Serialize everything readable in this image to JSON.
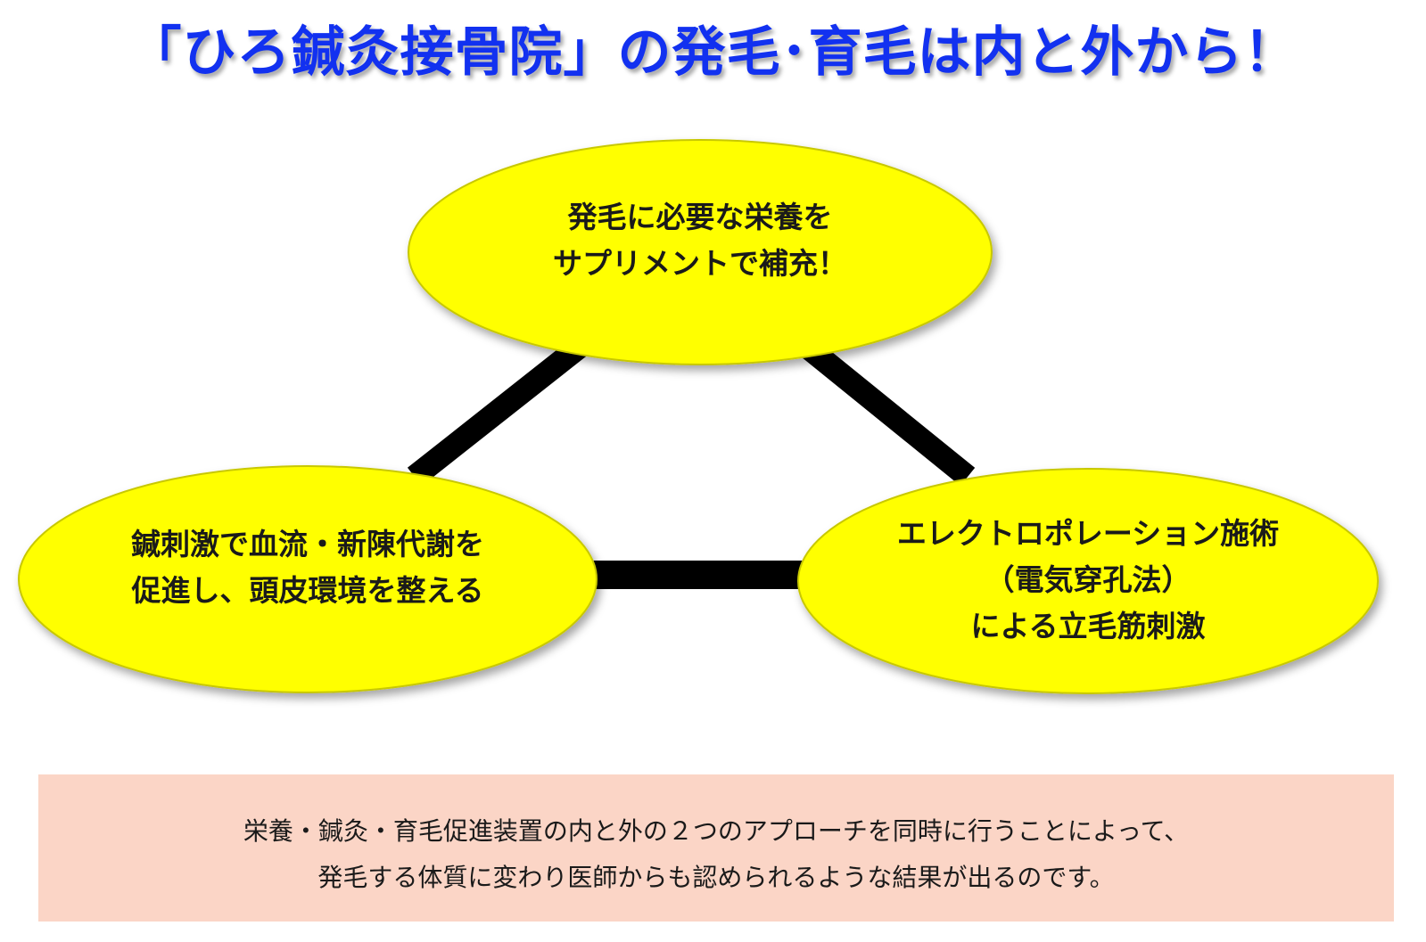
{
  "title": "「ひろ鍼灸接骨院」の発毛･育毛は内と外から！",
  "colors": {
    "title": "#1231f0",
    "ellipse_fill": "#ffff00",
    "ellipse_stroke": "#c8c800",
    "connector": "#000000",
    "footer_bg": "#fbd5c6"
  },
  "nodes": {
    "top": {
      "lines": [
        "発毛に必要な栄養を",
        "サプリメントで補充！"
      ]
    },
    "left": {
      "lines": [
        "鍼刺激で血流・新陳代謝を",
        "促進し、頭皮環境を整える"
      ]
    },
    "right": {
      "lines": [
        "エレクトロポレーション施術",
        "（電気穿孔法）",
        "による立毛筋刺激"
      ]
    }
  },
  "footer": {
    "lines": [
      "栄養・鍼灸・育毛促進装置の内と外の２つのアプローチを同時に行うことによって、",
      "発毛する体質に変わり医師からも認められるような結果が出るのです。"
    ]
  }
}
